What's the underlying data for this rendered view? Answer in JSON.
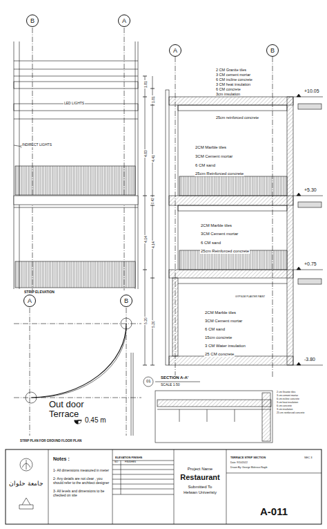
{
  "diagram": {
    "nodes": [
      {
        "text": [
          "B"
        ]
      },
      {
        "text": [
          "A"
        ]
      },
      {
        "text": [
          "A"
        ]
      },
      {
        "text": [
          "B"
        ]
      },
      {
        "text": [
          "A"
        ]
      },
      {
        "text": [
          "B"
        ]
      }
    ],
    "labels": [
      "LED LIGHTS",
      "INDIRECT LIGHTS",
      "STRIP ELEVATION",
      "1.81",
      "1.81",
      "4.83",
      "4.41",
      "0.42",
      "4.14",
      "4.14",
      "5.20",
      "5.20",
      "2 CM Granite tiles",
      "3 CM cement mortar",
      "6 CM incline concrete",
      "3 CM heat insulation",
      "6 CM concrete",
      "3cm insulation",
      "25cm reinforced concrete",
      "+10.05",
      "2CM Marble tiles",
      "3CM Cement mortar",
      "6 CM sand",
      "25cm Reinforced concrete",
      "+5.30",
      "2CM Marble tiles",
      "3CM Cement mortar",
      "6 CM sand",
      "25cm Reinforced concrete",
      "+0.75",
      "GYPSUM PLASTER PAINT",
      "2CM Marble tiles",
      "3CM Cement mortar",
      "6 CM sand",
      "15cm concrete",
      "3 CM Water insulation",
      "25 CM concrete",
      "-3.80",
      "01",
      "SECTION A-A'",
      "SCALE 1:50",
      "2 cm Granite tiles",
      "3 cm cement mortar",
      "6 cm incline concrete",
      "3 cm heat insulation",
      "6 cm concrete",
      "3 cm insulation",
      "25 cm reinforced concrete",
      "Out door Terrace",
      "0.45 m",
      "STRIP PLAN FOR GROUND FLOOR PLAN",
      "جامعة حلوان",
      "Notes :",
      "1- All dimensions measured in meter",
      "2- Any details are not clear , you should refer to the architect designer",
      "3- All levels and dimensions to be checked on site",
      "ELEVATION FINISHS",
      "NO",
      "FINISHES",
      "Project Name",
      "Restaurant",
      "Submitted To",
      "Helwan Univeristy",
      "TERRACE STRIP SECTION",
      "SEC 3",
      "Date: 9/10/2022",
      "Drawn By: George Mahrous Nagib",
      "A-011"
    ]
  }
}
